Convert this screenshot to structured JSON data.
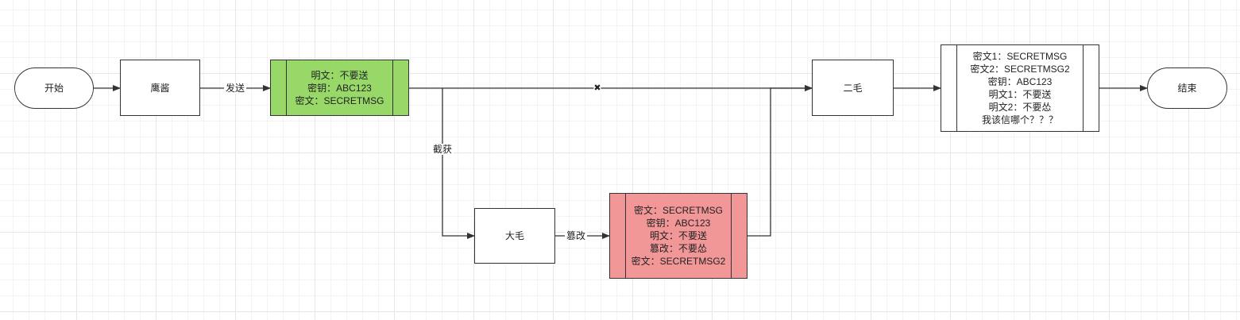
{
  "nodes": {
    "start": {
      "label": "开始"
    },
    "yingjiang": {
      "label": "鹰酱"
    },
    "message": {
      "lines": [
        "明文：不要送",
        "密钥：ABC123",
        "密文：SECRETMSG"
      ],
      "color": "#97d869"
    },
    "ermao": {
      "label": "二毛"
    },
    "result": {
      "lines": [
        "密文1：SECRETMSG",
        "密文2：SECRETMSG2",
        "密钥：ABC123",
        "明文1：不要送",
        "明文2：不要怂",
        "我该信哪个？？？"
      ]
    },
    "end": {
      "label": "结束"
    },
    "damao": {
      "label": "大毛"
    },
    "tampered": {
      "lines": [
        "密文：SECRETMSG",
        "密钥：ABC123",
        "明文：不要送",
        "篡改：不要怂",
        "密文：SECRETMSG2"
      ],
      "color": "#f19797"
    }
  },
  "edges": {
    "send": "发送",
    "intercept": "截获",
    "tamper": "篡改",
    "blocked": "✖"
  }
}
